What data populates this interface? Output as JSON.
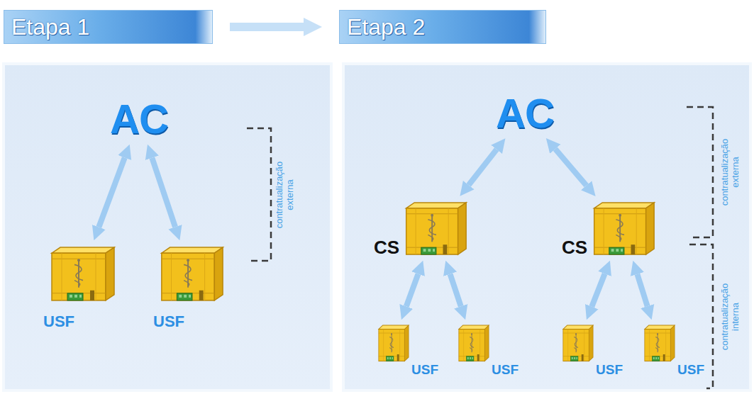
{
  "diagram": {
    "nodes": [
      {
        "text": [
          "Etapa 1"
        ]
      },
      {
        "text": [
          "Etapa 2"
        ]
      },
      {
        "text": [
          "AC"
        ]
      },
      {
        "text": [
          "USF"
        ]
      },
      {
        "text": [
          "USF"
        ]
      },
      {
        "text": [
          "AC"
        ]
      },
      {
        "text": [
          "CS"
        ]
      },
      {
        "text": [
          "CS"
        ]
      },
      {
        "text": [
          "USF"
        ]
      },
      {
        "text": [
          "USF"
        ]
      },
      {
        "text": [
          "USF"
        ]
      },
      {
        "text": [
          "USF"
        ]
      }
    ],
    "edges": [
      {
        "from": 0,
        "to": 1,
        "arrow": "to"
      },
      {
        "from": 2,
        "to": 3,
        "arrow": "both"
      },
      {
        "from": 2,
        "to": 4,
        "arrow": "both"
      },
      {
        "from": 5,
        "to": 6,
        "arrow": "both"
      },
      {
        "from": 5,
        "to": 7,
        "arrow": "both"
      },
      {
        "from": 6,
        "to": 8,
        "arrow": "both"
      },
      {
        "from": 6,
        "to": 9,
        "arrow": "both"
      },
      {
        "from": 7,
        "to": 10,
        "arrow": "both"
      },
      {
        "from": 7,
        "to": 11,
        "arrow": "both"
      }
    ],
    "labels": [
      "contratualização externa",
      "contratualização externa",
      "contratualização interna"
    ]
  }
}
